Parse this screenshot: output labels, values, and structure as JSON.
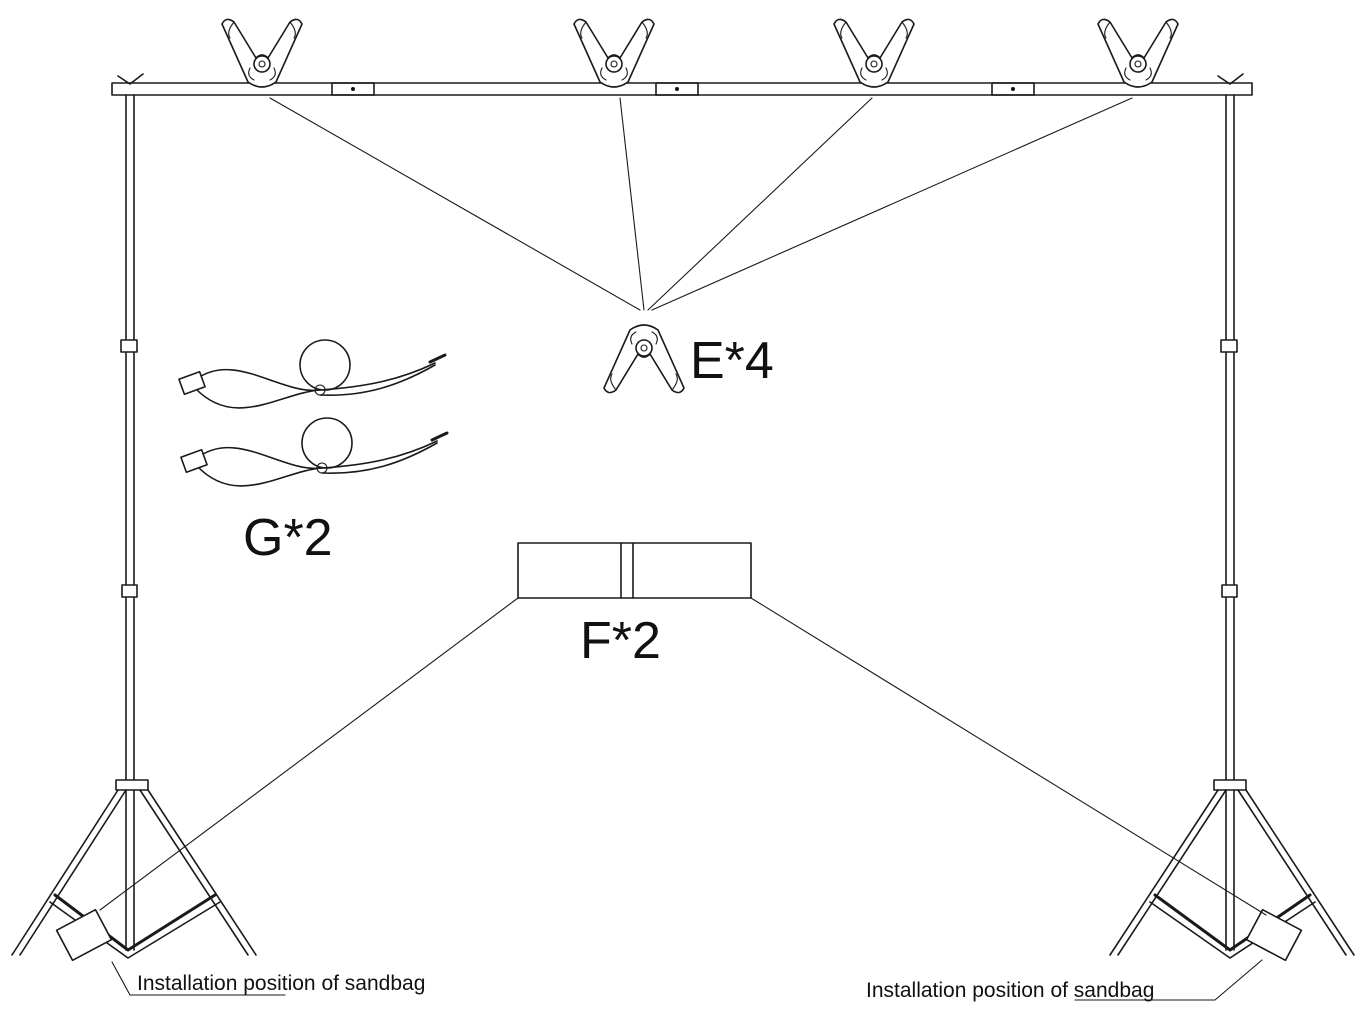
{
  "labels": {
    "clips": "E*4",
    "straps": "G*2",
    "sandbags": "F*2",
    "sandbag_note_left": "Installation position of sandbag",
    "sandbag_note_right": "Installation position of sandbag"
  }
}
